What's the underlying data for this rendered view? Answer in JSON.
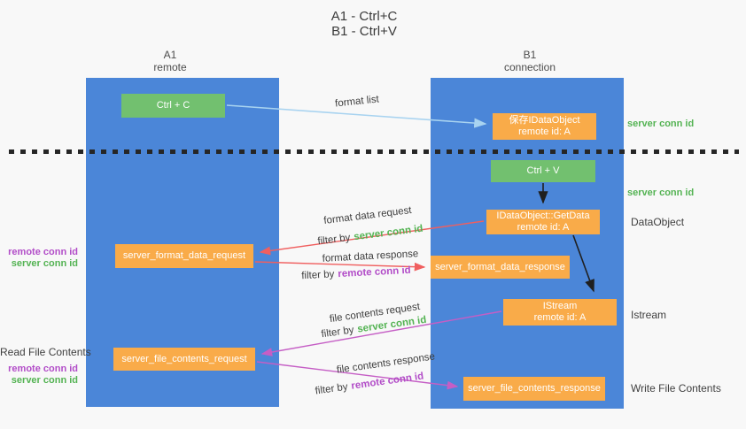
{
  "title": {
    "line1": "A1 - Ctrl+C",
    "line2": "B1 - Ctrl+V"
  },
  "lanes": {
    "a1": {
      "name": "A1",
      "subtitle": "remote"
    },
    "b1": {
      "name": "B1",
      "subtitle": "connection"
    }
  },
  "nodes": {
    "ctrl_c": {
      "label": "Ctrl + C"
    },
    "ctrl_v": {
      "label": "Ctrl + V"
    },
    "save_dataobject": {
      "line1": "保存IDataObject",
      "line2": "remote id: A"
    },
    "getdata": {
      "line1": "IDataObject::GetData",
      "line2": "remote id: A"
    },
    "istream": {
      "line1": "IStream",
      "line2": "remote id: A"
    },
    "format_request": {
      "label": "server_format_data_request"
    },
    "format_response": {
      "label": "server_format_data_response"
    },
    "file_request": {
      "label": "server_file_contents_request"
    },
    "file_response": {
      "label": "server_file_contents_response"
    }
  },
  "terms": {
    "filter_by": "filter by",
    "server_conn_id": "server conn id",
    "remote_conn_id": "remote conn id"
  },
  "edge_labels": {
    "format_list": "format list",
    "format_data_request": "format data request",
    "format_data_response": "format data response",
    "file_contents_request": "file contents request",
    "file_contents_response": "file contents response"
  },
  "side_labels": {
    "read_file": "Read File Contents",
    "dataobject": "DataObject",
    "istream": "Istream",
    "write_file": "Write File Contents"
  },
  "colors": {
    "lane_blue": "#4B86D8",
    "node_orange": "#F9AB49",
    "node_green": "#72C06F",
    "accent_green": "#54B353",
    "accent_purple": "#B24DC8",
    "arrow_red": "#F05F5F",
    "arrow_purple": "#C55EC5",
    "arrow_blue": "#A8D3F0",
    "arrow_black": "#1F1F1F",
    "background": "#F8F8F8"
  }
}
